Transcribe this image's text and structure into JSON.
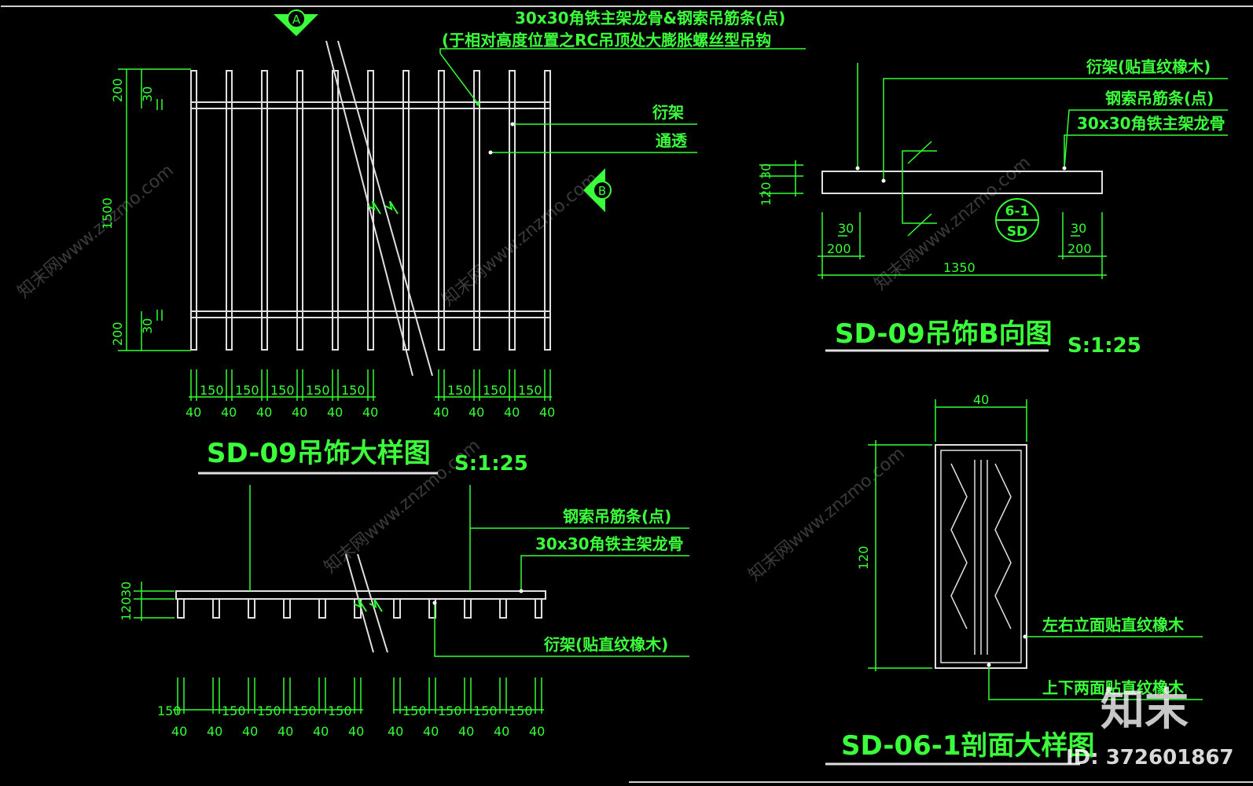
{
  "callouts": {
    "top_main_1": "30x30角铁主架龙骨&钢索吊筋条(点)",
    "top_main_2": "(于相对高度位置之RC吊顶处大膨胀螺丝型吊钩",
    "hengjia": "衍架",
    "tongtou": "通透",
    "b_hengjia_wood": "衍架(贴直纹橡木)",
    "b_cable": "钢索吊筋条(点)",
    "b_main_frame": "30x30角铁主架龙骨",
    "bottom_cable": "钢索吊筋条(点)",
    "bottom_main_frame": "30x30角铁主架龙骨",
    "bottom_hengjia_wood": "衍架(贴直纹橡木)",
    "section_sides": "左右立面贴直纹橡木",
    "section_topbottom": "上下两面贴直纹橡木"
  },
  "markers": {
    "a": "A",
    "b": "B",
    "section_ref_top": "6-1",
    "section_ref_bottom": "SD"
  },
  "titles": {
    "detail": "SD-09吊饰大样图",
    "detail_scale": "S:1:25",
    "b_view": "SD-09吊饰B向图",
    "b_view_scale": "S:1:25",
    "section": "SD-06-1剖面大样图"
  },
  "dimensions": {
    "height_total": "1500",
    "d200": "200",
    "d30": "30",
    "d150": "150",
    "d40": "40",
    "b_width": "1350",
    "b_h120": "120",
    "b_h30": "30",
    "section_width": "40",
    "section_height": "120"
  },
  "watermarks": {
    "site": "知末网www.znzmo.com",
    "logo": "知末",
    "id_label": "ID: 372601867"
  },
  "colors": {
    "line_green": "#33ff33",
    "line_white": "#e0e0e0",
    "background": "#000000"
  }
}
